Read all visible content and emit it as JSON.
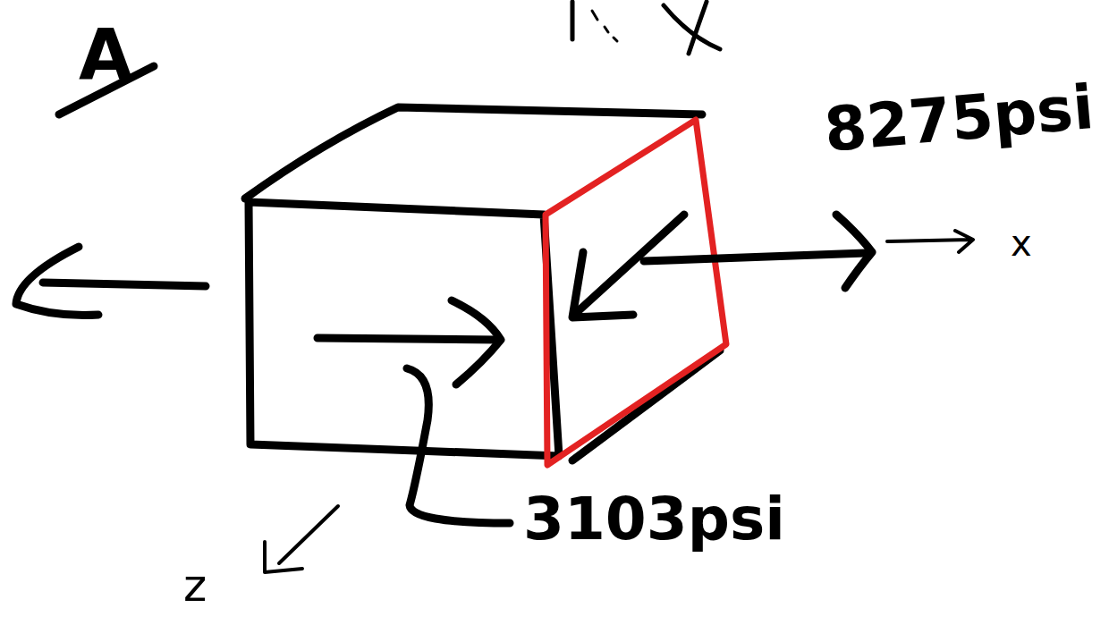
{
  "diagram": {
    "labels": [
      "A",
      "8275psi",
      "x",
      "3103psi",
      "z"
    ]
  }
}
